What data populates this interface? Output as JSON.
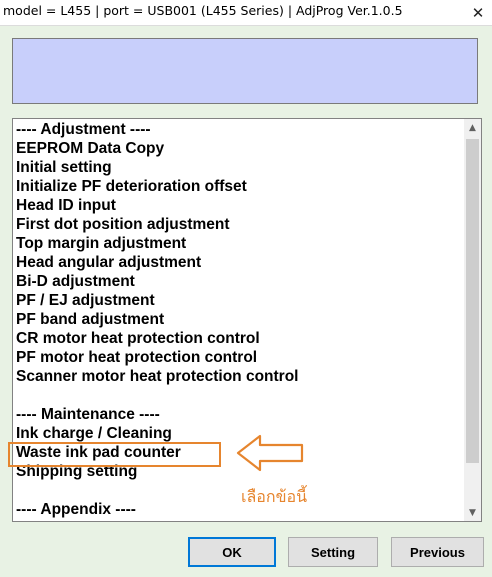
{
  "window": {
    "title": "model = L455 | port = USB001 (L455 Series) | AdjProg Ver.1.0.5",
    "close_glyph": "✕"
  },
  "listbox": {
    "items": [
      "---- Adjustment ----",
      "EEPROM Data Copy",
      "Initial setting",
      "Initialize PF deterioration offset",
      "Head ID input",
      "First dot position adjustment",
      "Top margin adjustment",
      "Head angular adjustment",
      "Bi-D adjustment",
      "PF / EJ adjustment",
      "PF band adjustment",
      "CR motor heat protection control",
      "PF motor heat protection control",
      "Scanner motor heat protection control",
      "",
      "---- Maintenance ----",
      "Ink charge / Cleaning",
      "Waste ink pad counter",
      "Shipping setting",
      "",
      "---- Appendix ----"
    ],
    "scroll_up_glyph": "▲",
    "scroll_down_glyph": "▼"
  },
  "annotation": {
    "text": "เลือกข้อนี้",
    "color": "#e6852e"
  },
  "buttons": {
    "ok": "OK",
    "setting": "Setting",
    "previous": "Previous"
  },
  "colors": {
    "window_bg": "#e8f2e4",
    "info_panel": "#c8cffb",
    "focus_border": "#0078d7"
  },
  "icons": {
    "arrow": "left-arrow-outline-icon",
    "close": "close-icon",
    "scroll_up": "chevron-up-icon",
    "scroll_down": "chevron-down-icon"
  }
}
